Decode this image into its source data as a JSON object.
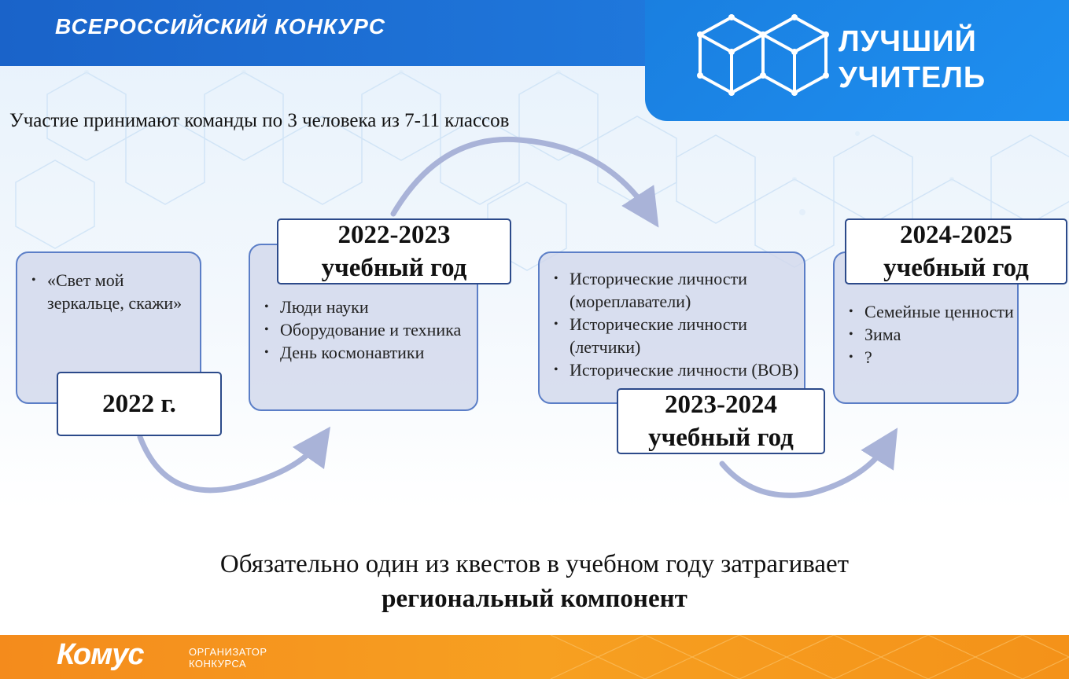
{
  "header": {
    "title": "ВСЕРОССИЙСКИЙ КОНКУРС"
  },
  "logo": {
    "line1": "ЛУЧШИЙ",
    "line2": "УЧИТЕЛЬ"
  },
  "subtitle": "Участие принимают команды по 3 человека из 7-11 классов",
  "stages": [
    {
      "label": "2022 г.",
      "items": [
        "«Свет мой зеркальце, скажи»"
      ]
    },
    {
      "label_line1": "2022-2023",
      "label_line2": "учебный год",
      "items": [
        "Люди науки",
        "Оборудование и техника",
        "День космонавтики"
      ]
    },
    {
      "label_line1": "2023-2024",
      "label_line2": "учебный год",
      "items": [
        "Исторические личности (мореплаватели)",
        "Исторические личности (летчики)",
        "Исторические личности (ВОВ)"
      ]
    },
    {
      "label_line1": "2024-2025",
      "label_line2": "учебный год",
      "items": [
        "Семейные ценности",
        "Зима",
        "?"
      ]
    }
  ],
  "bottom": {
    "line1": "Обязательно один из квестов в учебном году затрагивает",
    "line2": "региональный компонент"
  },
  "footer": {
    "brand": "Комус",
    "caption_line1": "ОРГАНИЗАТОР",
    "caption_line2": "КОНКУРСА"
  },
  "colors": {
    "header_blue": "#1a63c9",
    "logo_blue": "#1e8ff0",
    "card_fill": "#d2d8ec",
    "card_border": "#5b7ec7",
    "arrow": "#a9b3d8",
    "footer_orange": "#f7a021"
  }
}
